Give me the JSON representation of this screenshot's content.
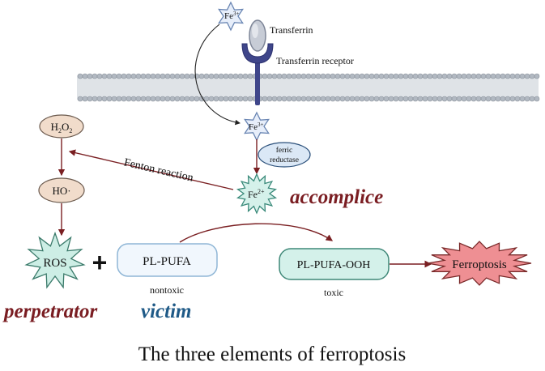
{
  "labels": {
    "fe3_ion": "Fe",
    "fe3_charge": "3+",
    "transferrin": "Transferrin",
    "transferrin_receptor": "Transferrin receptor",
    "h2o2_h": "H",
    "h2o2_sub1": "2",
    "h2o2_o": "O",
    "h2o2_sub2": "2",
    "ho_radical": "HO·",
    "ferric_reductase_line1": "ferric",
    "ferric_reductase_line2": "reductase",
    "fenton_reaction": "Fenton reaction",
    "fe2_ion": "Fe",
    "fe2_charge": "2+",
    "accomplice": "accomplice",
    "ros": "ROS",
    "plus": "+",
    "pl_pufa": "PL-PUFA",
    "nontoxic": "nontoxic",
    "pl_pufa_ooh": "PL-PUFA-OOH",
    "toxic": "toxic",
    "ferroptosis": "Ferroptosis",
    "perpetrator": "perpetrator",
    "victim": "victim",
    "title": "The three elements of ferroptosis"
  },
  "colors": {
    "arrow_dark_red": "#7a1f22",
    "role_dark_red": "#7a1d22",
    "role_blue": "#1f5a87",
    "node_tan_fill": "#f1dccb",
    "node_tan_stroke": "#6b5a4e",
    "ros_fill": "#cdeee5",
    "ros_stroke": "#3a7a6a",
    "pl_pufa_fill": "#f1f7fd",
    "pl_pufa_stroke": "#8fb6d6",
    "pl_pufa_ooh_fill": "#d4f1ea",
    "pl_pufa_ooh_stroke": "#3f8878",
    "ferroptosis_fill": "#ee8f93",
    "ferroptosis_stroke": "#7a2a2a",
    "iron_star_fill": "#e7eefa",
    "iron_star_stroke": "#6a86b3",
    "fe2_fill": "#d5f1ea",
    "fe2_stroke": "#3a8a7a",
    "membrane_head": "#b2b9c2",
    "membrane_tail": "#8b939c",
    "transferrin_fill": "#c7ccd6",
    "receptor_fill": "#3f468a"
  }
}
